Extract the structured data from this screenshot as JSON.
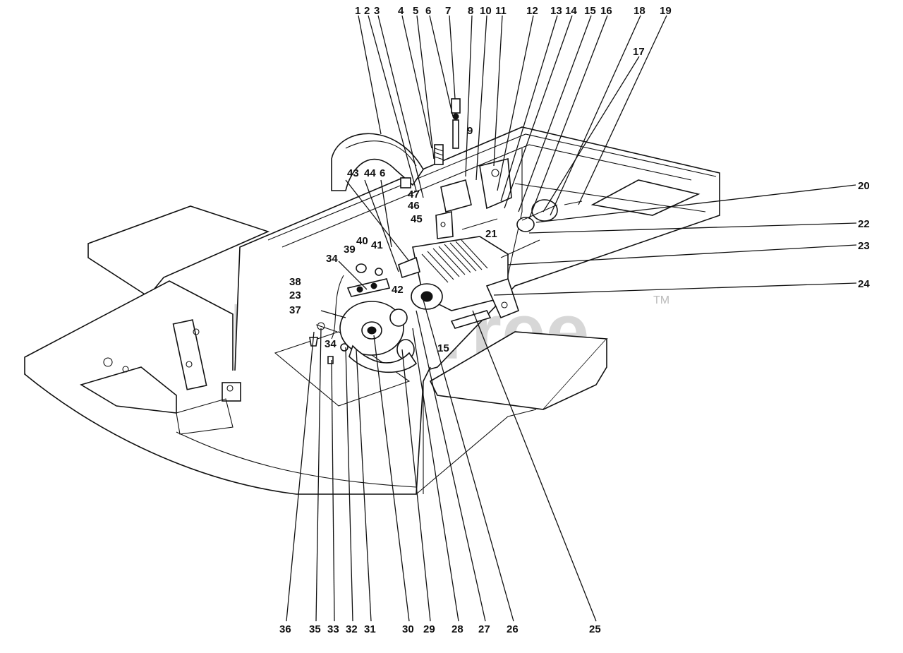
{
  "watermark": {
    "text": "PartsTree",
    "trademark": "TM"
  },
  "callouts_top": [
    "1",
    "2",
    "3",
    "4",
    "5",
    "6",
    "7",
    "8",
    "10",
    "11",
    "12",
    "13",
    "14",
    "15",
    "16",
    "18",
    "19"
  ],
  "callouts_bottom": [
    "36",
    "35",
    "33",
    "32",
    "31",
    "30",
    "29",
    "28",
    "27",
    "26",
    "25"
  ],
  "callouts_right": [
    "17",
    "20",
    "22",
    "23",
    "24"
  ],
  "callouts_inline": [
    "9",
    "43",
    "44",
    "6",
    "47",
    "46",
    "45",
    "21",
    "34",
    "39",
    "40",
    "41",
    "38",
    "23",
    "42",
    "37",
    "34",
    "15"
  ]
}
